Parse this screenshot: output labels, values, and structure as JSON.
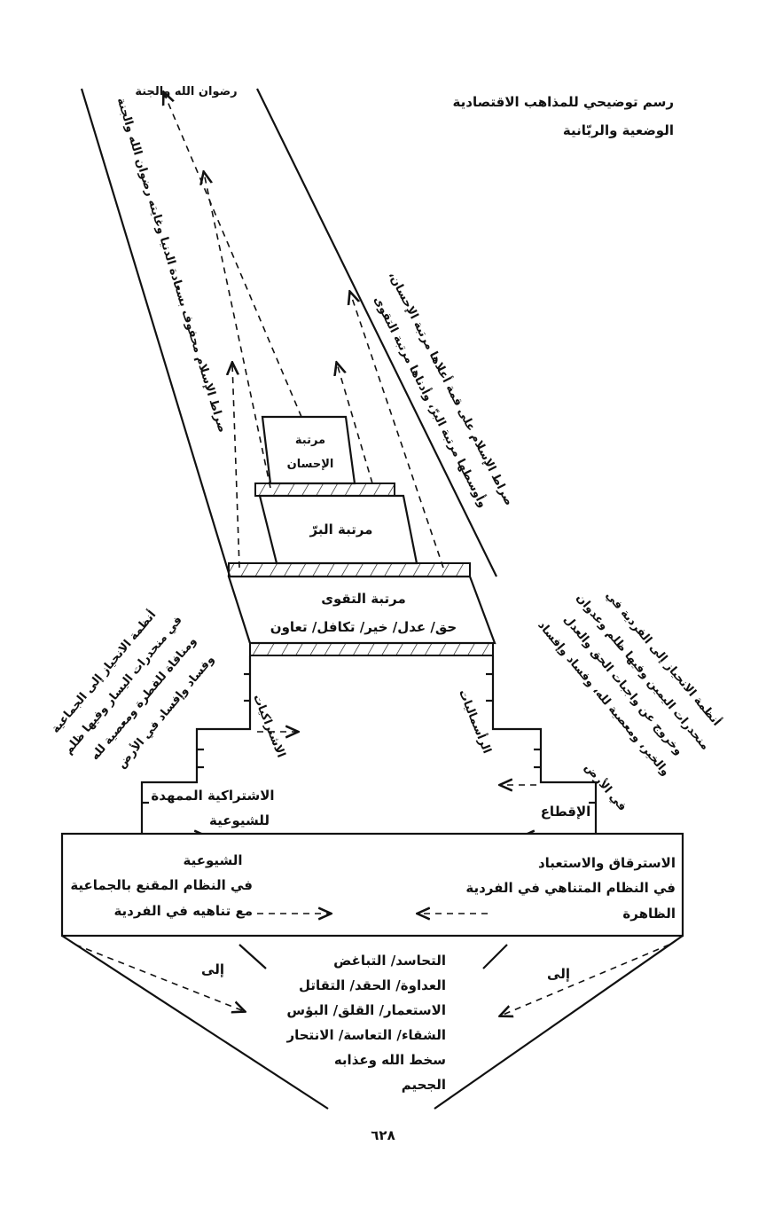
{
  "title": {
    "line1": "رسم توضيحي للمذاهب الاقتصادية",
    "line2": "الوضعية والربّانية"
  },
  "top_goal": "رضوان الله والجنة",
  "left_path_text": "صراط الإسلام محفوف بسعادة الدنيا وغايته رضوان الله والجنة",
  "right_path_text": {
    "line1": "صراط الإسلام على قمة أعلاها مرتبة الإحسان،",
    "line2": "وأوسطها مرتبة البرّ، وأدناها مرتبة التقوى"
  },
  "levels": {
    "ihsan": {
      "line1": "مرتبة",
      "line2": "الإحسان"
    },
    "birr": "مرتبة البرّ",
    "taqwa": {
      "title": "مرتبة التقوى",
      "values": "حق/ عدل/ خير/ تكافل/ تعاون"
    }
  },
  "left_side": {
    "rotated": [
      "أنظمة الانحياز إلى الجماعية",
      "في منحدرات اليسار وفيها ظلم",
      "ومنافاة للفطرة ومعصية لله",
      "وفساد وإفساد في الأرض"
    ],
    "step_label": "الاشتراكيات",
    "mid": {
      "line1": "الاشتراكية الممهدة",
      "line2": "للشيوعية"
    },
    "bottom": {
      "line1": "الشيوعية",
      "line2": "في النظام المقنع بالجماعية",
      "line3": "مع تناهيه في الفردية"
    },
    "to": "إلى"
  },
  "right_side": {
    "rotated": [
      "أنظمة الانحياز إلى الفردية في",
      "منحدرات اليمين وفيها ظلم وعدوان",
      "وخروج عن واجبات الحق والعدل",
      "والخير، ومعصية لله، وفساد وإفساد",
      "في الأرض"
    ],
    "step_label": "الرأسماليات",
    "mid": "الإقطاع",
    "bottom": {
      "line1": "الاسترقاق والاستعباد",
      "line2": "في النظام المتناهي في الفردية",
      "line3": "الظاهرة"
    },
    "to": "إلى"
  },
  "outcomes": [
    "التحاسد/ التباغض",
    "العداوة/ الحقد/ التقاتل",
    "الاستعمار/ القلق/ البؤس",
    "الشقاء/ التعاسة/ الانتحار",
    "سخط الله وعذابه",
    "الجحيم"
  ],
  "page_number": "٦٢٨"
}
